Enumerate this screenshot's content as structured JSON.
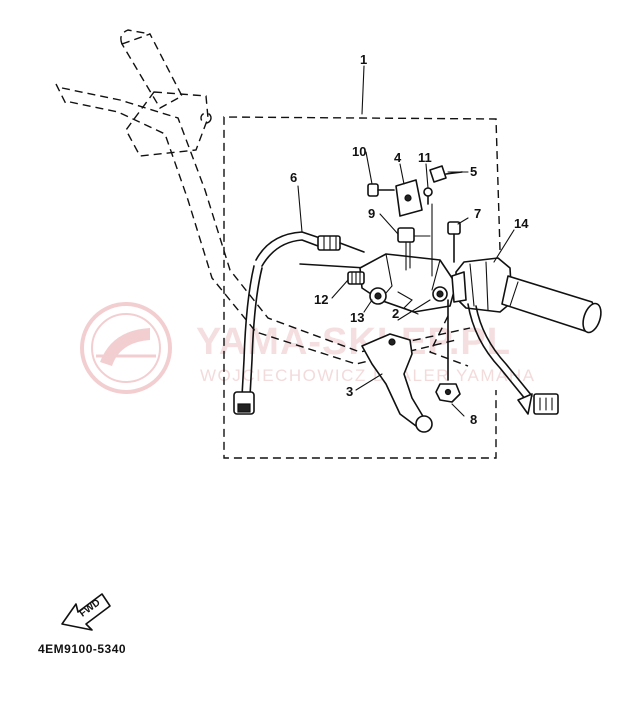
{
  "diagram": {
    "part_code": "4EM9100-5340",
    "fwd_label": "FWD",
    "watermark": {
      "title": "YAMA-SKLEP.PL",
      "subtitle": "WOJCIECHOWICZ DEALER YAMAHA"
    },
    "callouts": {
      "c1": "1",
      "c2": "2",
      "c3": "3",
      "c4": "4",
      "c5": "5",
      "c6": "6",
      "c7": "7",
      "c8": "8",
      "c9": "9",
      "c10": "10",
      "c11": "11",
      "c12": "12",
      "c13": "13",
      "c14": "14"
    }
  }
}
